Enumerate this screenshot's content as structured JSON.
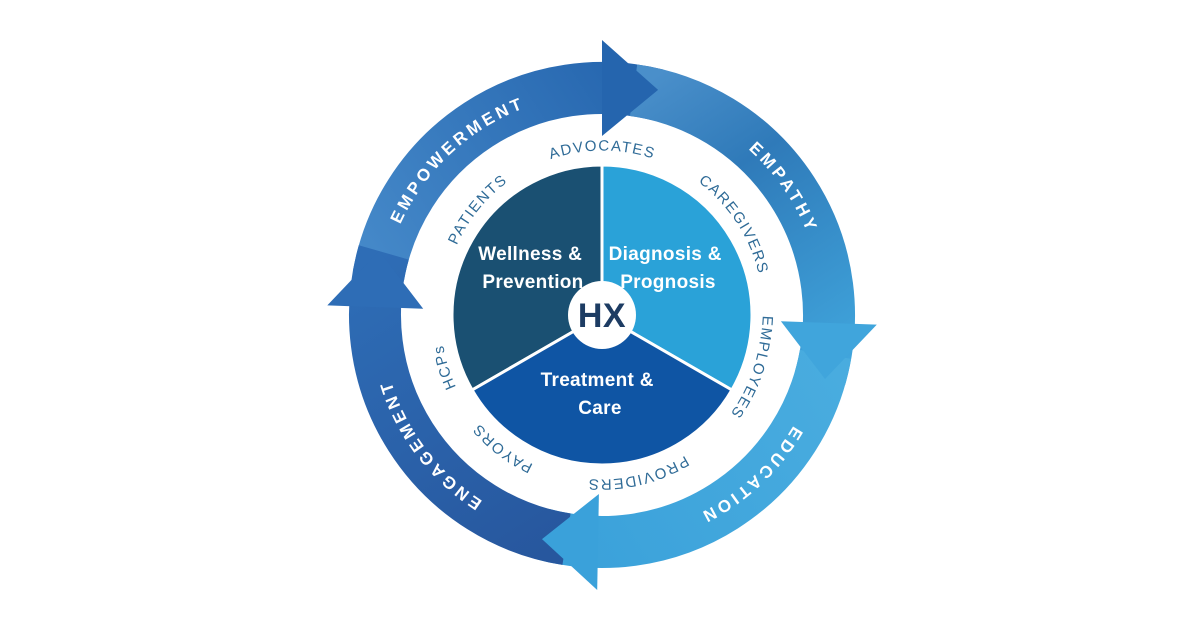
{
  "diagram": {
    "center": {
      "label": "HX",
      "text_color": "#1d3c63",
      "circle_color": "#ffffff"
    },
    "outer_ring": {
      "direction": "clockwise",
      "label_color": "#ffffff",
      "items": [
        {
          "label": "EMPOWERMENT",
          "tail_color": "#4589c9",
          "head_color": "#2565ae"
        },
        {
          "label": "EMPATHY",
          "tail_color": "#4a8fca",
          "mid_color": "#2f7ab9",
          "head_color": "#40a5dc"
        },
        {
          "label": "EDUCATION",
          "tail_color": "#49acdf",
          "head_color": "#3aa1da"
        },
        {
          "label": "ENGAGEMENT",
          "tail_color": "#27579e",
          "head_color": "#2e6db6"
        }
      ]
    },
    "stakeholder_ring": {
      "label_color": "#2f6b97",
      "items": [
        {
          "label": "PATIENTS"
        },
        {
          "label": "ADVOCATES"
        },
        {
          "label": "CAREGIVERS"
        },
        {
          "label": "EMPLOYEES"
        },
        {
          "label": "PROVIDERS"
        },
        {
          "label": "PAYORS"
        },
        {
          "label": "HCPs"
        }
      ]
    },
    "pie": {
      "label_color": "#ffffff",
      "segments": [
        {
          "line1": "Wellness &",
          "line2": "Prevention",
          "color": "#1a5072"
        },
        {
          "line1": "Diagnosis &",
          "line2": "Prognosis",
          "color": "#2aa2d8"
        },
        {
          "line1": "Treatment &",
          "line2": "Care",
          "color": "#0f55a4"
        }
      ]
    }
  }
}
